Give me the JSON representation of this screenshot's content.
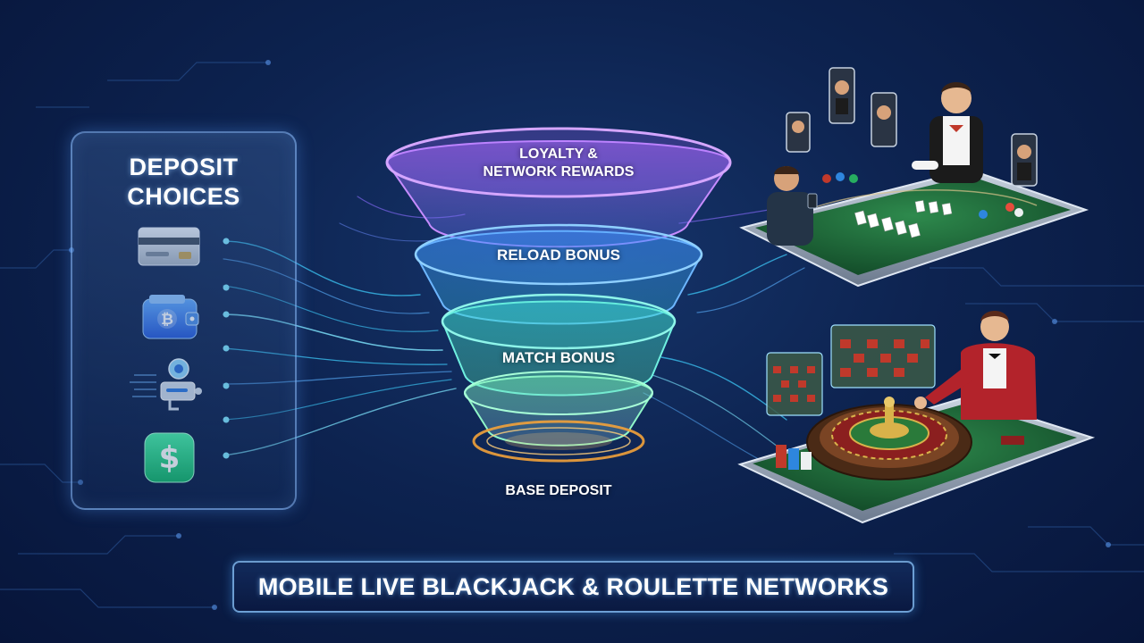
{
  "deposit_panel": {
    "title_line1": "DEPOSIT",
    "title_line2": "CHOICES",
    "icons": [
      "credit-card-icon",
      "bitcoin-wallet-icon",
      "robot-payment-icon",
      "cash-app-icon"
    ]
  },
  "funnel": {
    "tiers": [
      {
        "label_line1": "LOYALTY &",
        "label_line2": "NETWORK REWARDS",
        "color": "#9b59e8"
      },
      {
        "label": "RELOAD BONUS",
        "color": "#3f8ff0"
      },
      {
        "label": "MATCH BONUS",
        "color": "#35d6c8"
      },
      {
        "label": "BASE DEPOSIT",
        "color": "#f2a23a"
      }
    ]
  },
  "tables": {
    "top": "blackjack",
    "bottom": "roulette"
  },
  "banner": {
    "text": "MOBILE LIVE BLACKJACK & ROULETTE NETWORKS"
  },
  "colors": {
    "background": "#0d2350",
    "accent_cyan": "#3fd0ff",
    "felt_green": "#1f6b3a"
  }
}
